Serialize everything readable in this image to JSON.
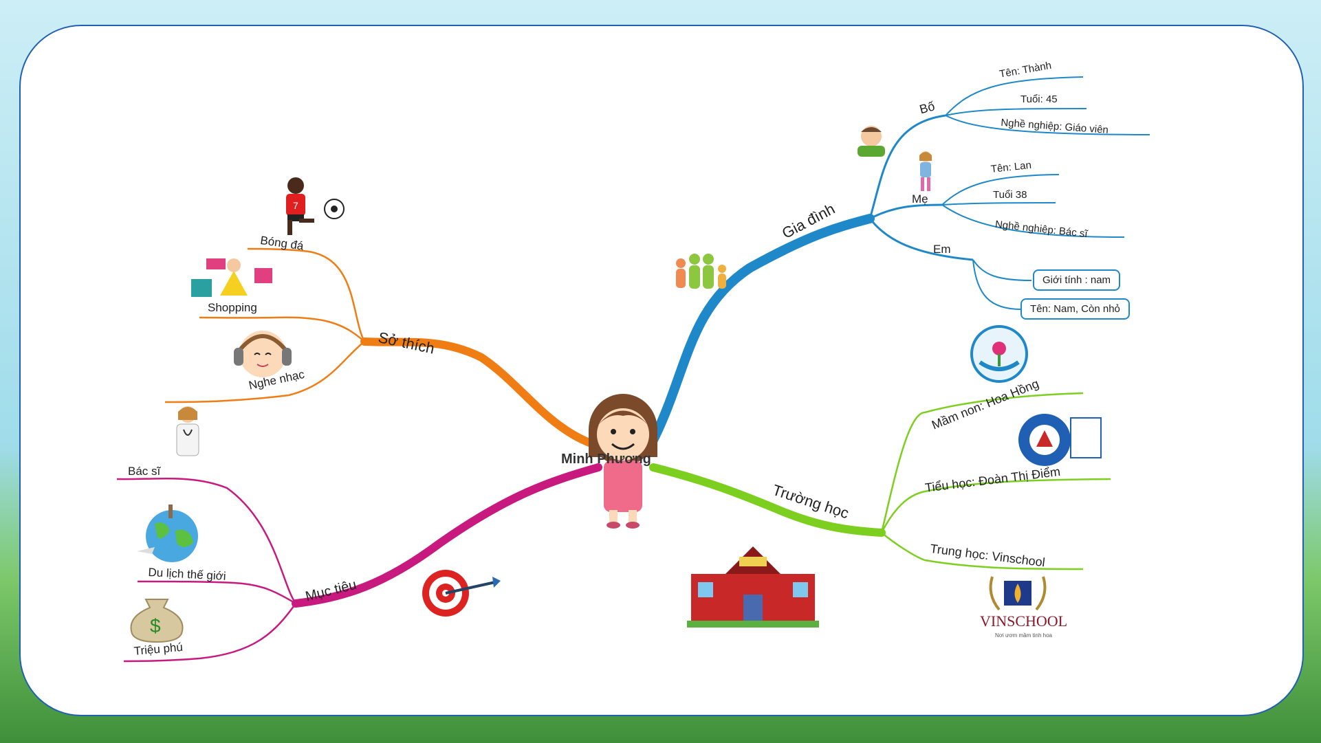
{
  "center": {
    "name": "Minh Phương"
  },
  "branches": {
    "gia_dinh": {
      "label": "Gia đình",
      "color": "#1e88c8",
      "bo": {
        "label": "Bố",
        "ten": "Tên: Thành",
        "tuoi": "Tuổi: 45",
        "nghe": "Nghề nghiệp: Giáo viên"
      },
      "me": {
        "label": "Mẹ",
        "ten": "Tên: Lan",
        "tuoi": "Tuổi 38",
        "nghe": "Nghề nghiệp: Bác sĩ"
      },
      "em": {
        "label": "Em",
        "gioi_tinh": "Giới tính : nam",
        "ten": "Tên: Nam, Còn nhỏ"
      }
    },
    "truong_hoc": {
      "label": "Trường học",
      "color": "#7ccf1e",
      "mam_non": "Mầm non: Hoa Hồng",
      "tieu_hoc": "Tiểu học: Đoàn Thị Điểm",
      "trung_hoc": "Trung học: Vinschool",
      "vinschool_logo": "VINSCHOOL",
      "vinschool_slogan": "Nơi ươm mầm tinh hoa"
    },
    "so_thich": {
      "label": "Sở thích",
      "color": "#f07d14",
      "items": [
        "Bóng đá",
        "Shopping",
        "Nghe nhạc"
      ]
    },
    "muc_tieu": {
      "label": "Mục tiêu",
      "color": "#c8197f",
      "items": [
        "Bác sĩ",
        "Du lịch thế giới",
        "Triệu phú"
      ]
    }
  },
  "icons": [
    "girl-avatar-icon",
    "family-icon",
    "father-icon",
    "mother-icon",
    "soccer-player-icon",
    "shopping-girl-icon",
    "music-listener-icon",
    "doctor-icon",
    "world-travel-icon",
    "money-bag-icon",
    "target-icon",
    "school-building-icon",
    "hoa-hong-logo-icon",
    "doan-thi-diem-logo-icon",
    "vinschool-logo-icon"
  ]
}
